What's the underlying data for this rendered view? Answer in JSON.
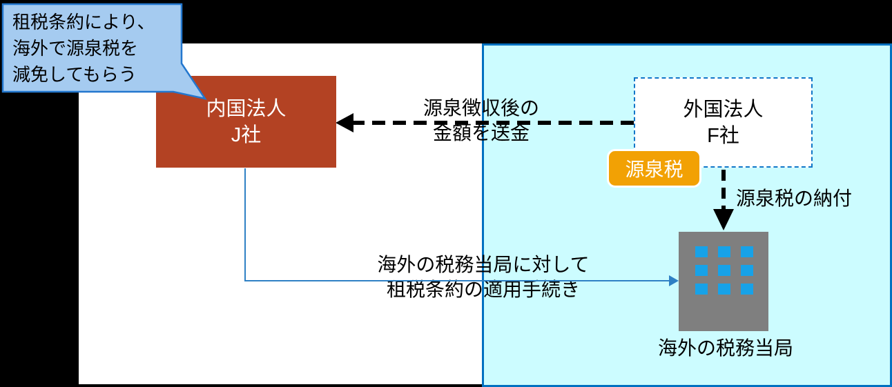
{
  "diagram_title": "withholding-tax-treaty-flow",
  "colors": {
    "frame": "#000000",
    "domestic_bg": "#FFFFFF",
    "foreign_bg": "#CCFCFF",
    "foreign_border": "#0070C0",
    "callout_fill": "#A5CBF0",
    "callout_border": "#2377CE",
    "company_j_fill": "#B34223",
    "company_f_border": "#0F76C8",
    "badge_fill": "#F2A104",
    "building_fill": "#7F7F7F",
    "building_window": "#17A2E8",
    "procedure_line": "#2E80C4",
    "arrow_color": "#000000"
  },
  "callout": {
    "lines": [
      "租税条約により、",
      "海外で源泉税を",
      "減免してもらう"
    ]
  },
  "company_j": {
    "line1": "内国法人",
    "line2": "J社"
  },
  "company_f": {
    "line1": "外国法人",
    "line2": "F社"
  },
  "badge": {
    "label": "源泉税"
  },
  "remittance_arrow": {
    "label_line1": "源泉徴収後の",
    "label_line2": "金額を送金"
  },
  "payment_arrow": {
    "label": "源泉税の納付"
  },
  "procedure_connector": {
    "label_line1": "海外の税務当局に対して",
    "label_line2": "租税条約の適用手続き"
  },
  "tax_authority": {
    "label": "海外の税務当局"
  }
}
